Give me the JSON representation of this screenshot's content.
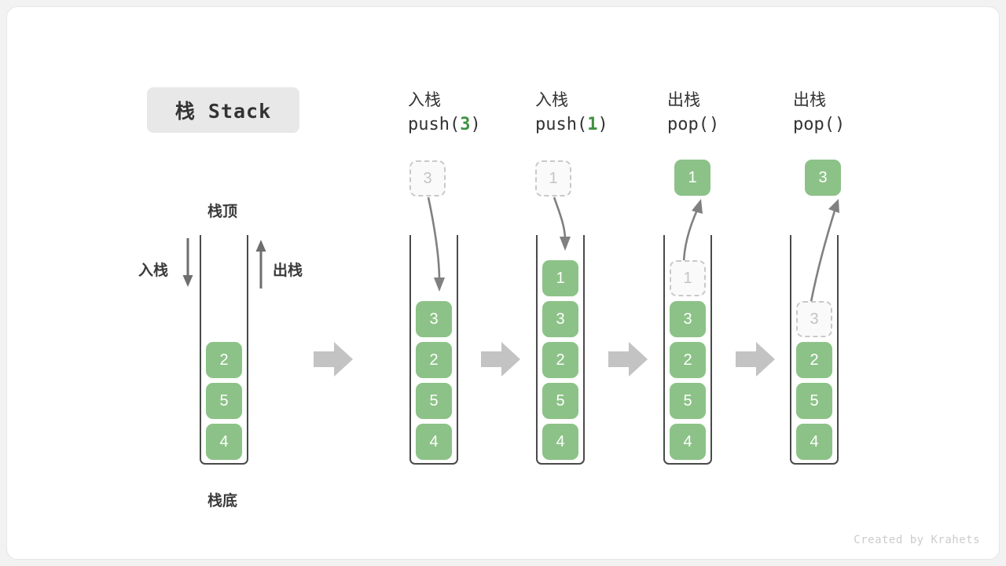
{
  "title": {
    "text": "栈 Stack"
  },
  "labels": {
    "top": "栈顶",
    "bottom": "栈底",
    "push_side": "入栈",
    "pop_side": "出栈"
  },
  "credit": "Created by Krahets",
  "colors": {
    "cell_fill": "#8cc287",
    "cell_text": "#ffffff",
    "ghost_fill": "#fafafa",
    "ghost_border": "#c9c9c9",
    "ghost_text": "#c4c4c4",
    "accent_number": "#3f9142",
    "arrow_gray": "#c3c3c3",
    "curve_arrow": "#808080",
    "container_border": "#4a4a4a",
    "badge_bg": "#e8e8e8",
    "card_bg": "#ffffff",
    "page_bg": "#f2f2f2"
  },
  "steps": [
    {
      "id": "initial",
      "op_cn": "",
      "op_code": "",
      "op_num": "",
      "stack": [
        "2",
        "5",
        "4"
      ],
      "ghost": null,
      "float_cell": null
    },
    {
      "id": "push-3",
      "op_cn": "入栈",
      "op_code_prefix": "push(",
      "op_num": "3",
      "op_code_suffix": ")",
      "stack": [
        "3",
        "2",
        "5",
        "4"
      ],
      "ghost": {
        "value": "3",
        "position": "above"
      },
      "float_cell": null
    },
    {
      "id": "push-1",
      "op_cn": "入栈",
      "op_code_prefix": "push(",
      "op_num": "1",
      "op_code_suffix": ")",
      "stack": [
        "1",
        "3",
        "2",
        "5",
        "4"
      ],
      "ghost": {
        "value": "1",
        "position": "above"
      },
      "float_cell": null
    },
    {
      "id": "pop-1",
      "op_cn": "出栈",
      "op_code_prefix": "pop(",
      "op_num": "",
      "op_code_suffix": ")",
      "stack": [
        "3",
        "2",
        "5",
        "4"
      ],
      "ghost": {
        "value": "1",
        "position": "inside-top"
      },
      "float_cell": {
        "value": "1"
      }
    },
    {
      "id": "pop-3",
      "op_cn": "出栈",
      "op_code_prefix": "pop(",
      "op_num": "",
      "op_code_suffix": ")",
      "stack": [
        "2",
        "5",
        "4"
      ],
      "ghost": {
        "value": "3",
        "position": "inside-top"
      },
      "float_cell": {
        "value": "3"
      }
    }
  ],
  "flow_arrows": 4
}
